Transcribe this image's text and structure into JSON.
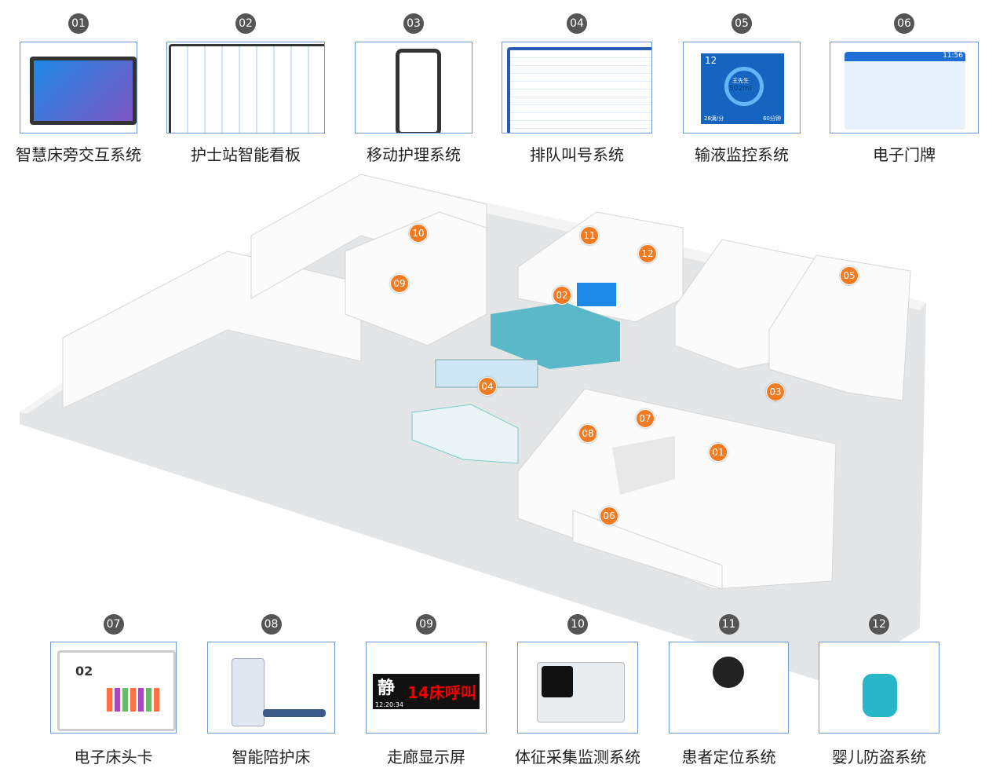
{
  "top_items": [
    {
      "num": "01",
      "label": "智慧床旁交互系统"
    },
    {
      "num": "02",
      "label": "护士站智能看板"
    },
    {
      "num": "03",
      "label": "移动护理系统"
    },
    {
      "num": "04",
      "label": "排队叫号系统"
    },
    {
      "num": "05",
      "label": "输液监控系统",
      "screen": {
        "bed": "12",
        "patient": "王先生",
        "volume": "502ml",
        "rate": "28滴/分",
        "time": "60分钟"
      }
    },
    {
      "num": "06",
      "label": "电子门牌",
      "screen": {
        "clock": "11:56"
      }
    }
  ],
  "bottom_items": [
    {
      "num": "07",
      "label": "电子床头卡",
      "screen": {
        "bed": "02"
      }
    },
    {
      "num": "08",
      "label": "智能陪护床"
    },
    {
      "num": "09",
      "label": "走廊显示屏",
      "screen": {
        "quiet": "静",
        "call": "14床呼叫",
        "time": "12:20:34"
      }
    },
    {
      "num": "10",
      "label": "体征采集监测系统"
    },
    {
      "num": "11",
      "label": "患者定位系统"
    },
    {
      "num": "12",
      "label": "婴儿防盗系统"
    }
  ],
  "floor_markers": [
    "10",
    "11",
    "12",
    "09",
    "02",
    "05",
    "04",
    "03",
    "07",
    "08",
    "01",
    "06"
  ],
  "colors": {
    "marker": "#f07b22",
    "badge": "#555555",
    "border": "#6d9bd1",
    "screen_blue": "#1565c0"
  }
}
